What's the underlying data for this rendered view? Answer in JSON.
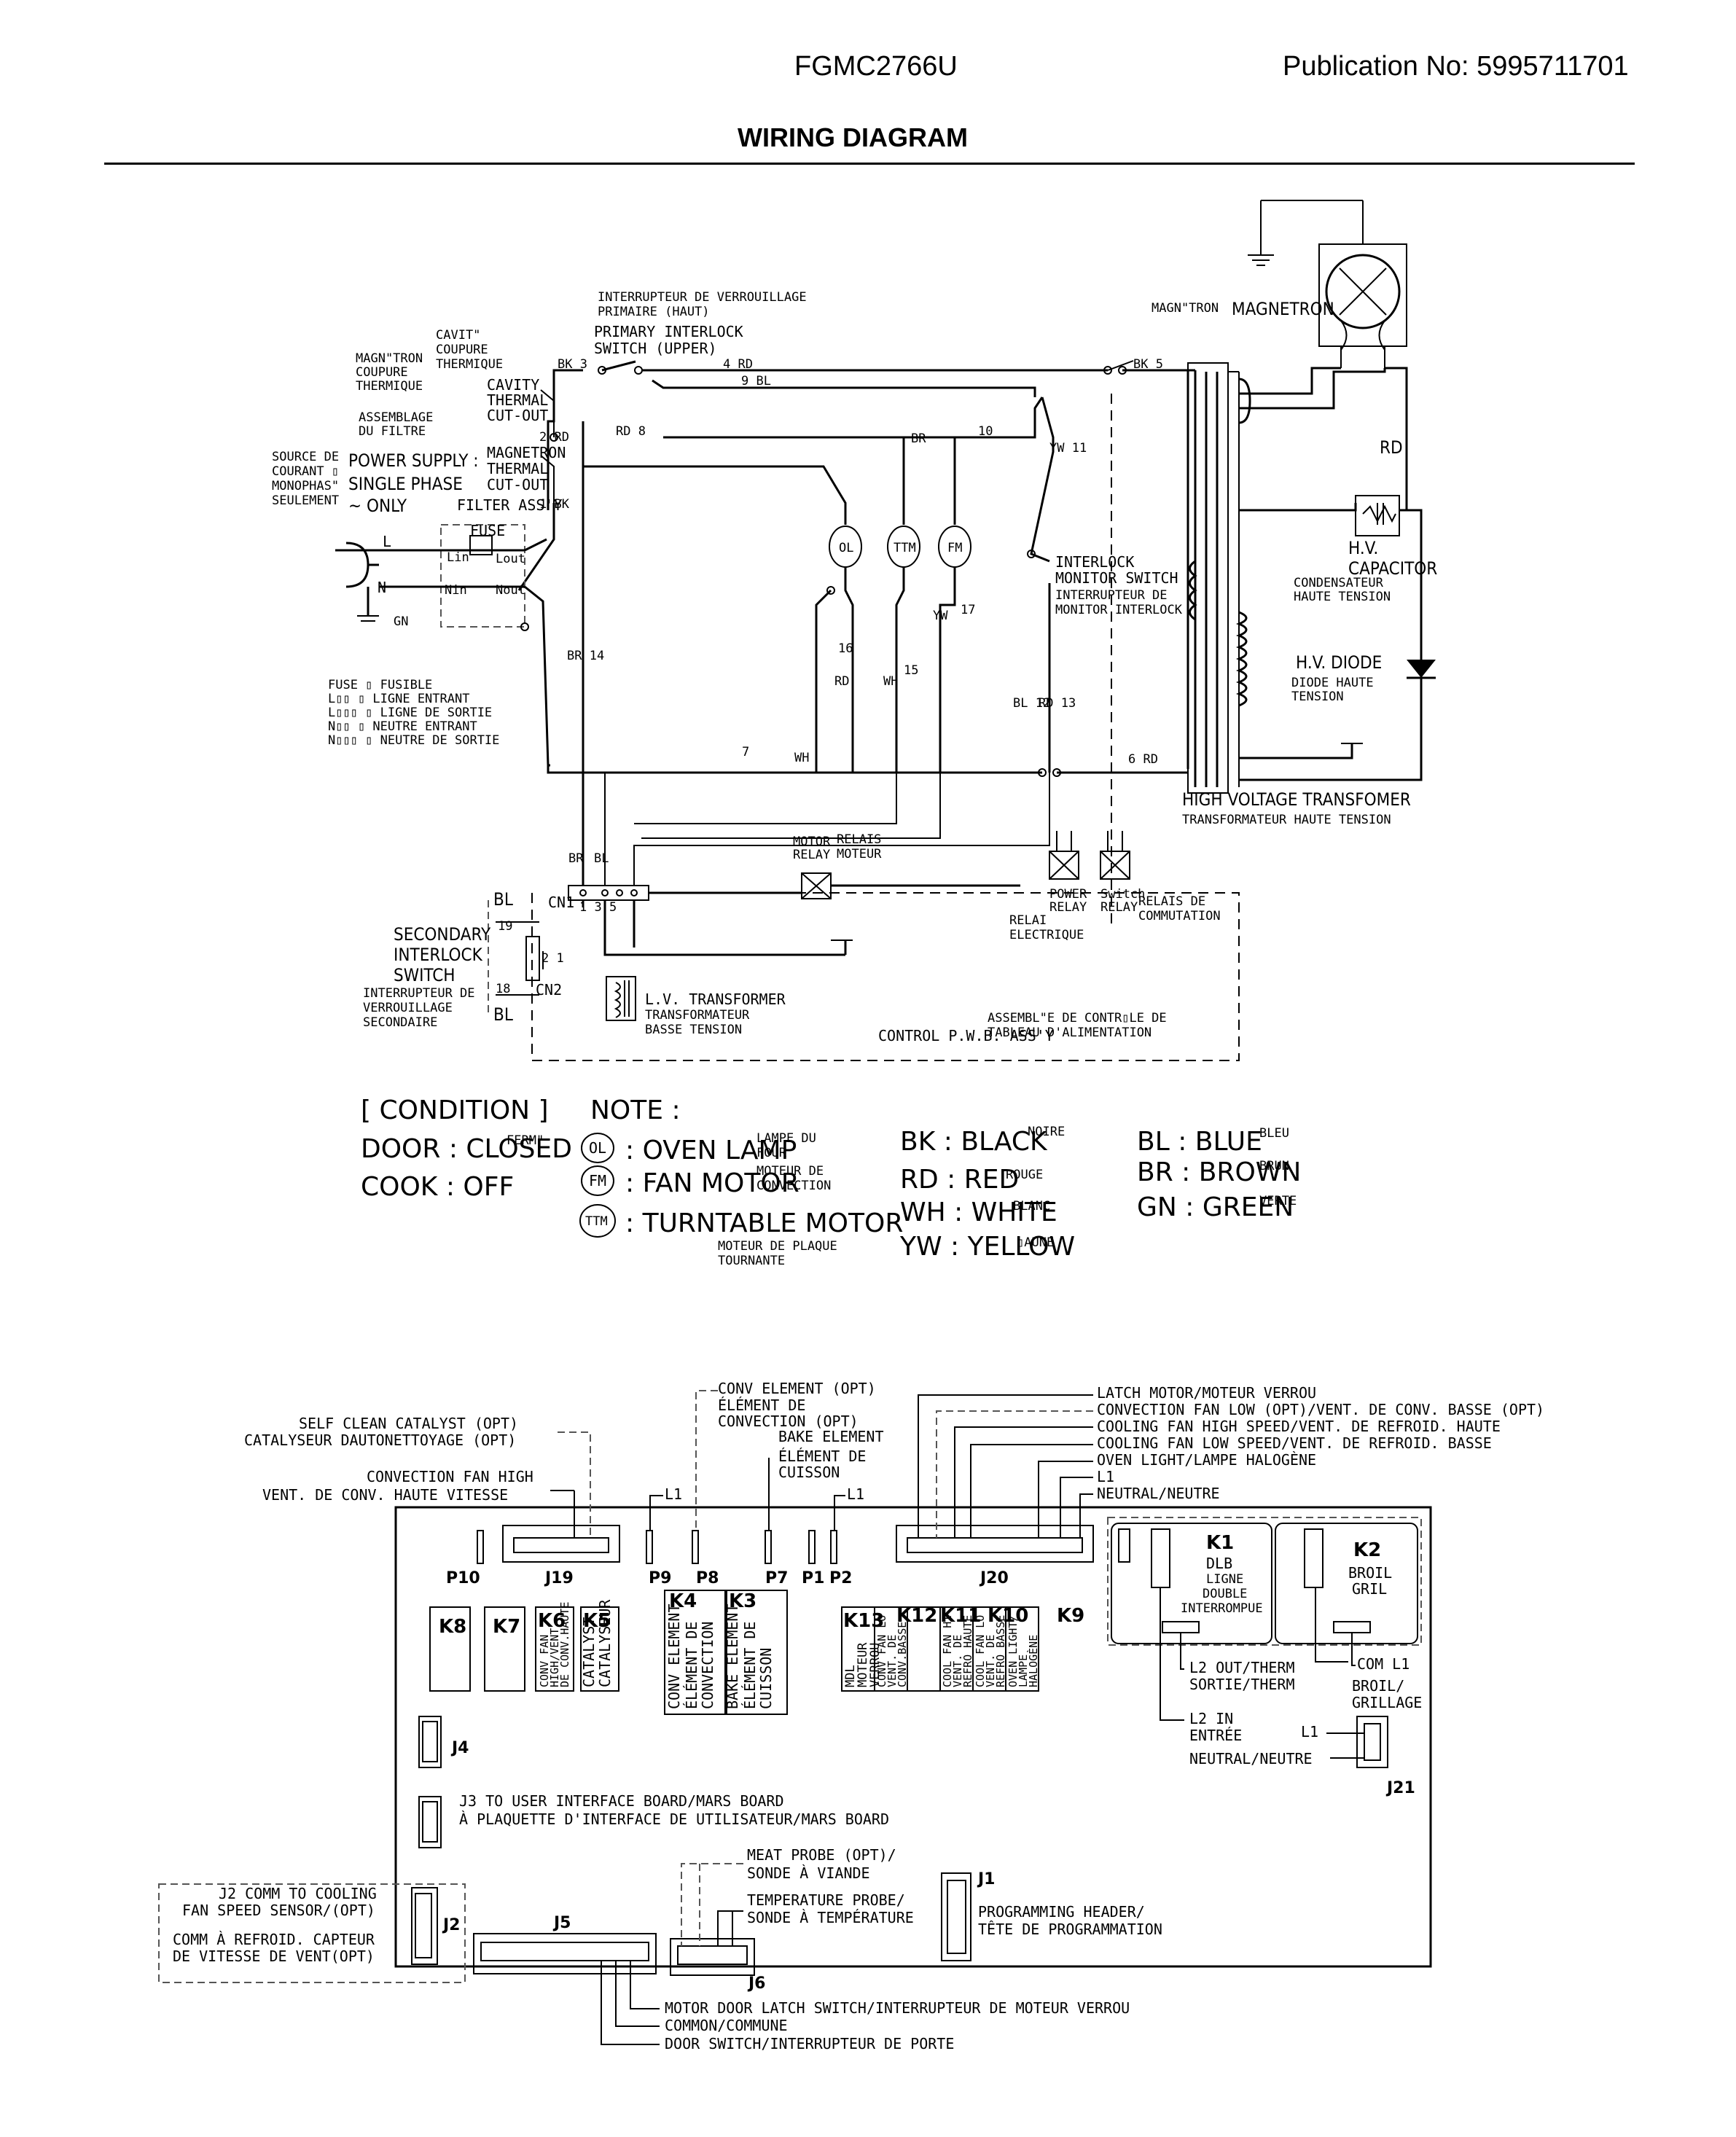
{
  "header": {
    "model": "FGMC2766U",
    "publication": "Publication No:  5995711701",
    "title": "WIRING DIAGRAM"
  },
  "schematic": {
    "interlock_fr": "INTERRUPTEUR DE VERROUILLAGE",
    "interlock_fr2": "PRIMAIRE (HAUT)",
    "primary_interlock": "PRIMARY INTERLOCK",
    "primary_interlock2": "SWITCH (UPPER)",
    "cavity_fr": "CAVIT\"",
    "cavity_fr2": "COUPURE",
    "cavity_fr3": "THERMIQUE",
    "magtron_fr": "MAGN\"TRON",
    "magtron_fr2": "COUPURE",
    "magtron_fr3": "THERMIQUE",
    "filter_fr": "ASSEMBLAGE",
    "filter_fr2": "DU FILTRE",
    "cavity_cutout": "CAVITY",
    "cavity_cutout2": "THERMAL",
    "cavity_cutout3": "CUT-OUT",
    "magnetron_cutout": "MAGNETRON",
    "magnetron_cutout2": "THERMAL",
    "magnetron_cutout3": "CUT-OUT",
    "filter_assy": "FILTER ASS'Y",
    "source_fr": "SOURCE DE",
    "source_fr2": "COURANT ▯",
    "source_fr3": "MONOPHAS\"",
    "source_fr4": "SEULEMENT",
    "power_supply": "POWER SUPPLY :",
    "power_supply2": "SINGLE PHASE",
    "power_supply3": "~  ONLY",
    "fuse": "FUSE",
    "lin": "Lin",
    "lout": "Lout",
    "nin": "Nin",
    "nout": "Nout",
    "l": "L",
    "n": "N",
    "gn": "GN",
    "fuse_leg": "FUSE ▯ FUSIBLE",
    "lin_leg": "L▯▯ ▯ LIGNE ENTRANT",
    "lout_leg": "L▯▯▯ ▯ LIGNE DE SORTIE",
    "nin_leg": "N▯▯ ▯ NEUTRE ENTRANT",
    "nout_leg": "N▯▯▯ ▯ NEUTRE DE SORTIE",
    "magnetron_fr": "MAGN\"TRON",
    "magnetron": "MAGNETRON",
    "rd": "RD",
    "hv_capacitor": "H.V.",
    "hv_capacitor2": "CAPACITOR",
    "capacitor_fr": "CONDENSATEUR",
    "capacitor_fr2": "HAUTE TENSION",
    "hv_diode": "H.V. DIODE",
    "diode_fr": "DIODE HAUTE",
    "diode_fr2": "TENSION",
    "interlock_monitor": "INTERLOCK",
    "interlock_monitor2": "MONITOR SWITCH",
    "monitor_fr": "INTERRUPTEUR DE",
    "monitor_fr2": "MONITOR INTERLOCK",
    "hvt": "HIGH VOLTAGE TRANSFOMER",
    "hvt_fr": "TRANSFORMATEUR HAUTE TENSION",
    "ol": "OL",
    "ttm": "TTM",
    "fm": "FM",
    "w_bk3": "BK  3",
    "w_4rd": "4 RD",
    "w_9bl": "9 BL",
    "w_bk5": "BK  5",
    "w_2rd": "2 RD",
    "w_1bk": "1  BK",
    "w_rd8": "RD       8",
    "w_br": "BR",
    "w_10": "10",
    "w_yw11": "YW 11",
    "w_br14": "BR 14",
    "w_16": "16",
    "w_rd": "RD",
    "w_wh": "WH",
    "w_15": "15",
    "w_yw": "YW",
    "w_17": "17",
    "w_bl12": "BL 12",
    "w_rd13": "RD 13",
    "w_7": "7",
    "w_wh2": "WH",
    "w_6rd": "6 RD",
    "w_bl": "BL",
    "motor_relay": "MOTOR",
    "motor_relay2": "RELAY",
    "motor_relay_fr": "RELAIS",
    "motor_relay_fr2": "MOTEUR",
    "power_relay": "POWER",
    "power_relay2": "RELAY",
    "switch_relay": "Switch",
    "switch_relay2": "RELAY",
    "switch_relay_fr": "RELAIS DE",
    "switch_relay_fr2": "COMMUTATION",
    "power_relay_fr": "RELAI",
    "power_relay_fr2": "ELECTRIQUE",
    "cn1": "CN1",
    "cn1_pins": "1   3   5",
    "cn2": "CN2",
    "secondary": "SECONDARY",
    "secondary2": "INTERLOCK",
    "secondary3": "SWITCH",
    "secondary_fr": "INTERRUPTEUR DE",
    "secondary_fr2": "VERROUILLAGE",
    "secondary_fr3": "SECONDAIRE",
    "bl_19": "BL",
    "n19": "19",
    "n18": "18",
    "bl_18": "BL",
    "cn2_pins": "2 1",
    "lv_transformer": "L.V. TRANSFORMER",
    "lv_fr": "TRANSFORMATEUR",
    "lv_fr2": "BASSE TENSION",
    "control_pwb": "CONTROL P.W.B. ASS'Y",
    "control_fr": "ASSEMBL\"E DE CONTR▯LE DE",
    "control_fr2": "TABLEAU D'ALIMENTATION"
  },
  "legend": {
    "condition": "[ CONDITION ]",
    "door": "DOOR   : CLOSED",
    "door_fr": "FERM\"",
    "cook": "COOK   : OFF",
    "note": "NOTE :",
    "ol_sym": "OL",
    "ol": ": OVEN LAMP",
    "ol_fr": "LAMPE DU",
    "ol_fr2": "FOUR",
    "fm_sym": "FM",
    "fm": ": FAN  MOTOR",
    "fm_fr": "MOTEUR DE",
    "fm_fr2": "CONVECTION",
    "ttm_sym": "TTM",
    "ttm": ": TURNTABLE MOTOR",
    "ttm_fr": "MOTEUR DE PLAQUE",
    "ttm_fr2": "TOURNANTE",
    "bk": "BK  : BLACK",
    "bk_fr": "NOIRE",
    "rd": "RD  : RED",
    "rd_fr": "ROUGE",
    "wh": "WH  : WHITE",
    "wh_fr": "BLANC",
    "yw": "YW : YELLOW",
    "yw_fr": "▯AUNE",
    "bl": "BL  : BLUE",
    "bl_fr": "BLEU",
    "br": "BR  : BROWN",
    "br_fr": "BRUN",
    "gn": "GN  : GREEN",
    "gn_fr": "VERTE"
  },
  "board": {
    "self_clean": "SELF CLEAN CATALYST (OPT)",
    "self_clean_fr": "CATALYSEUR DAUTONETTOYAGE (OPT)",
    "conv_high": "CONVECTION FAN HIGH",
    "conv_high_fr": "VENT. DE CONV. HAUTE VITESSE",
    "conv_elem": "CONV ELEMENT (OPT)",
    "conv_elem_fr": "ÉLÉMENT DE",
    "conv_elem_fr2": "CONVECTION (OPT)",
    "bake": "BAKE ELEMENT",
    "bake_fr": "ÉLÉMENT DE",
    "bake_fr2": "CUISSON",
    "l1a": "L1",
    "l1b": "L1",
    "latch": "LATCH MOTOR/MOTEUR VERROU",
    "conv_low": "CONVECTION FAN LOW (OPT)/VENT. DE CONV. BASSE (OPT)",
    "cool_high": "COOLING FAN HIGH SPEED/VENT. DE REFROID. HAUTE",
    "cool_low": "COOLING FAN LOW SPEED/VENT. DE REFROID. BASSE",
    "oven_light": "OVEN LIGHT/LAMPE HALOGÈNE",
    "l1c": "L1",
    "neutral": "NEUTRAL/NEUTRE",
    "p10": "P10",
    "j19": "J19",
    "p9": "P9",
    "p8": "P8",
    "p7": "P7",
    "p1": "P1",
    "p2": "P2",
    "j20": "J20",
    "k1": "K1",
    "k1_sub": "DLB",
    "k1_sub2": "LIGNE",
    "k1_sub3": "DOUBLE",
    "k1_sub4": "INTERROMPUE",
    "k2": "K2",
    "k2_sub": "BROIL",
    "k2_sub2": "GRIL",
    "k8": "K8",
    "k7": "K7",
    "k6": "K6",
    "k6_v1": "CONV FAN",
    "k6_v2": "HIGH/VENT.",
    "k6_v3": "DE CONV.HAUTE",
    "k5": "K5",
    "k5_v1": "CATALYST",
    "k5_v2": "CATALYSEUR",
    "k4": "K4",
    "k4_v1": "CONV ELEMENT",
    "k4_v2": "ÉLÉMENT DE",
    "k4_v3": "CONVECTION",
    "k3": "K3",
    "k3_v1": "BAKE ELEMENT",
    "k3_v2": "ÉLÉMENT DE",
    "k3_v3": "CUISSON",
    "k13": "K13",
    "k13_v1": "MDL",
    "k13_v2": "MOTEUR",
    "k13_v3": "VERROU",
    "k12": "K12",
    "k12_v1": "CONV FAN LO",
    "k12_v2": "VENT. DE",
    "k12_v3": "CONV.BASSE",
    "k11": "K11",
    "k11_v1": "COOL FAN HI",
    "k11_v2": "VENT. DE",
    "k11_v3": "REFRO HAUTE",
    "k10": "K10",
    "k10_v1": "COOL FAN LO",
    "k10_v2": "VENT. DE",
    "k10_v3": "REFRO BASSE",
    "k9": "K9",
    "k9_v1": "OVEN LIGHT/",
    "k9_v2": "LAMPE",
    "k9_v3": "HALOGÈNE",
    "l2out": "L2 OUT/THERM",
    "l2out_fr": "SORTIE/THERM",
    "coml1": "COM L1",
    "broil": "BROIL/",
    "broil_fr": "GRILLAGE",
    "l2in": "L2 IN",
    "l2in_fr": "ENTRÉE",
    "l1d": "L1",
    "neutral2": "NEUTRAL/NEUTRE",
    "j21": "J21",
    "j4": "J4",
    "j3": "J3 TO USER INTERFACE BOARD/MARS BOARD",
    "j3_fr": "À PLAQUETTE D'INTERFACE DE UTILISATEUR/MARS BOARD",
    "j2": "J2 COMM TO COOLING",
    "j2b": "FAN SPEED SENSOR/(OPT)",
    "j2_fr": "COMM À REFROID. CAPTEUR",
    "j2_fr2": "DE VITESSE DE VENT(OPT)",
    "j2_lbl": "J2",
    "meat": "MEAT PROBE (OPT)/",
    "meat_fr": "SONDE À VIANDE",
    "temp": "TEMPERATURE PROBE/",
    "temp_fr": "SONDE À TEMPÉRATURE",
    "j1": "J1",
    "prog": "PROGRAMMING HEADER/",
    "prog_fr": "TÊTE DE PROGRAMMATION",
    "j5": "J5",
    "j6": "J6",
    "motor_door": "MOTOR DOOR LATCH SWITCH/INTERRUPTEUR DE MOTEUR VERROU",
    "common": "COMMON/COMMUNE",
    "door_sw": "DOOR SWITCH/INTERRUPTEUR DE PORTE"
  }
}
